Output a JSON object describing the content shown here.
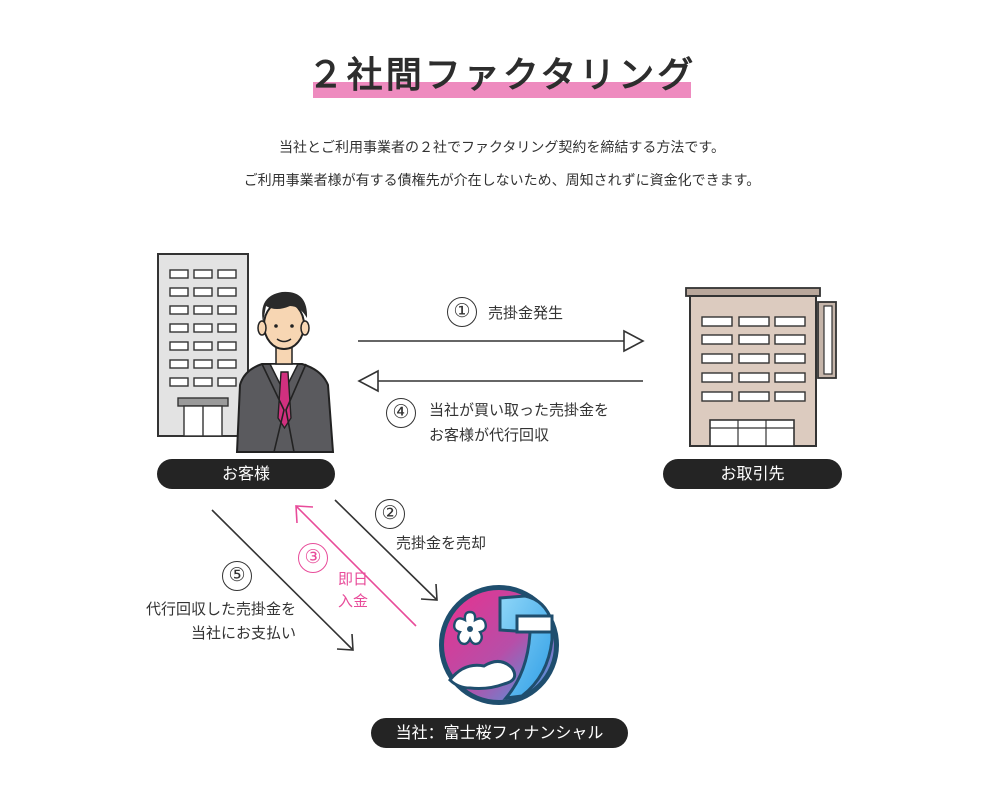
{
  "header": {
    "title": "２社間ファクタリング",
    "description_line1": "当社とご利用事業者の２社でファクタリング契約を締結する方法です。",
    "description_line2": "ご利用事業者様が有する債権先が介在しないため、周知されずに資金化できます。"
  },
  "diagram": {
    "customer_label": "お客様",
    "partner_label": "お取引先",
    "company_label": "当社：富士桜フィナンシャル",
    "steps": [
      {
        "number": "①",
        "text_line1": "売掛金発生",
        "text_line2": ""
      },
      {
        "number": "②",
        "text_line1": "売掛金を売却",
        "text_line2": ""
      },
      {
        "number": "③",
        "text_line1": "即日",
        "text_line2": "入金"
      },
      {
        "number": "④",
        "text_line1": "当社が買い取った売掛金を",
        "text_line2": "お客様が代行回収"
      },
      {
        "number": "⑤",
        "text_line1": "代行回収した売掛金を",
        "text_line2": "当社にお支払い"
      }
    ],
    "colors": {
      "pink": "#e84c9a",
      "dark": "#242424",
      "accent_bar": "#ee8bbf"
    }
  }
}
